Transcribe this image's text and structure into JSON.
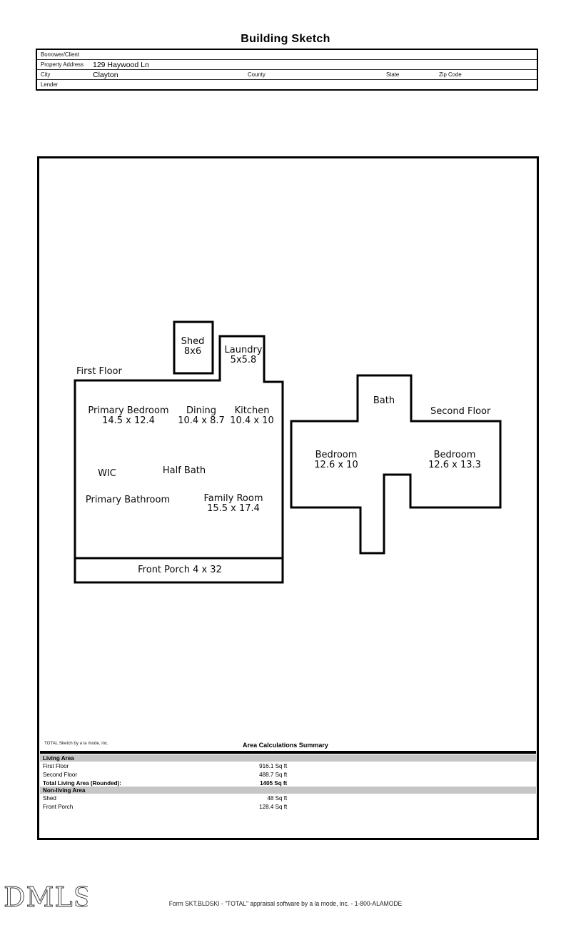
{
  "page": {
    "title": "Building Sketch"
  },
  "header": {
    "borrower_label": "Borrower/Client",
    "borrower_value": "",
    "property_label": "Property Address",
    "property_value": "129 Haywood Ln",
    "city_label": "City",
    "city_value": "Clayton",
    "county_label": "County",
    "county_value": "",
    "state_label": "State",
    "state_value": "",
    "zip_label": "Zip Code",
    "zip_value": "",
    "lender_label": "Lender",
    "lender_value": ""
  },
  "sketch": {
    "first_floor_label": "First Floor",
    "second_floor_label": "Second Floor",
    "rooms": {
      "shed": {
        "name": "Shed",
        "dims": "8x6"
      },
      "laundry": {
        "name": "Laundry",
        "dims": "5x5.8"
      },
      "primary_bedroom": {
        "name": "Primary Bedroom",
        "dims": "14.5 x 12.4"
      },
      "dining": {
        "name": "Dining",
        "dims": "10.4 x 8.7"
      },
      "kitchen": {
        "name": "Kitchen",
        "dims": "10.4 x 10"
      },
      "bath": {
        "name": "Bath"
      },
      "bedroom_left": {
        "name": "Bedroom",
        "dims": "12.6 x 10"
      },
      "bedroom_right": {
        "name": "Bedroom",
        "dims": "12.6 x 13.3"
      },
      "wic": {
        "name": "WIC"
      },
      "half_bath": {
        "name": "Half Bath"
      },
      "primary_bathroom": {
        "name": "Primary Bathroom"
      },
      "family_room": {
        "name": "Family Room",
        "dims": "15.5 x 17.4"
      },
      "front_porch": {
        "name": "Front Porch 4 x 32"
      }
    }
  },
  "summary": {
    "credit": "TOTAL Sketch by a la mode, inc.",
    "title": "Area Calculations Summary",
    "living_area_header": "Living Area",
    "nonliving_area_header": "Non-living Area",
    "rows": [
      {
        "label": "First Floor",
        "value": "916.1 Sq ft"
      },
      {
        "label": "Second Floor",
        "value": "488.7 Sq ft"
      },
      {
        "label": "Total Living Area (Rounded):",
        "value": "1405 Sq ft"
      },
      {
        "label": "Shed",
        "value": "48 Sq ft"
      },
      {
        "label": "Front Porch",
        "value": "128.4 Sq ft"
      }
    ]
  },
  "footer": {
    "logo": "DMLS",
    "form_line": "Form SKT.BLDSKI - \"TOTAL\" appraisal software by a la mode, inc. - 1-800-ALAMODE"
  }
}
